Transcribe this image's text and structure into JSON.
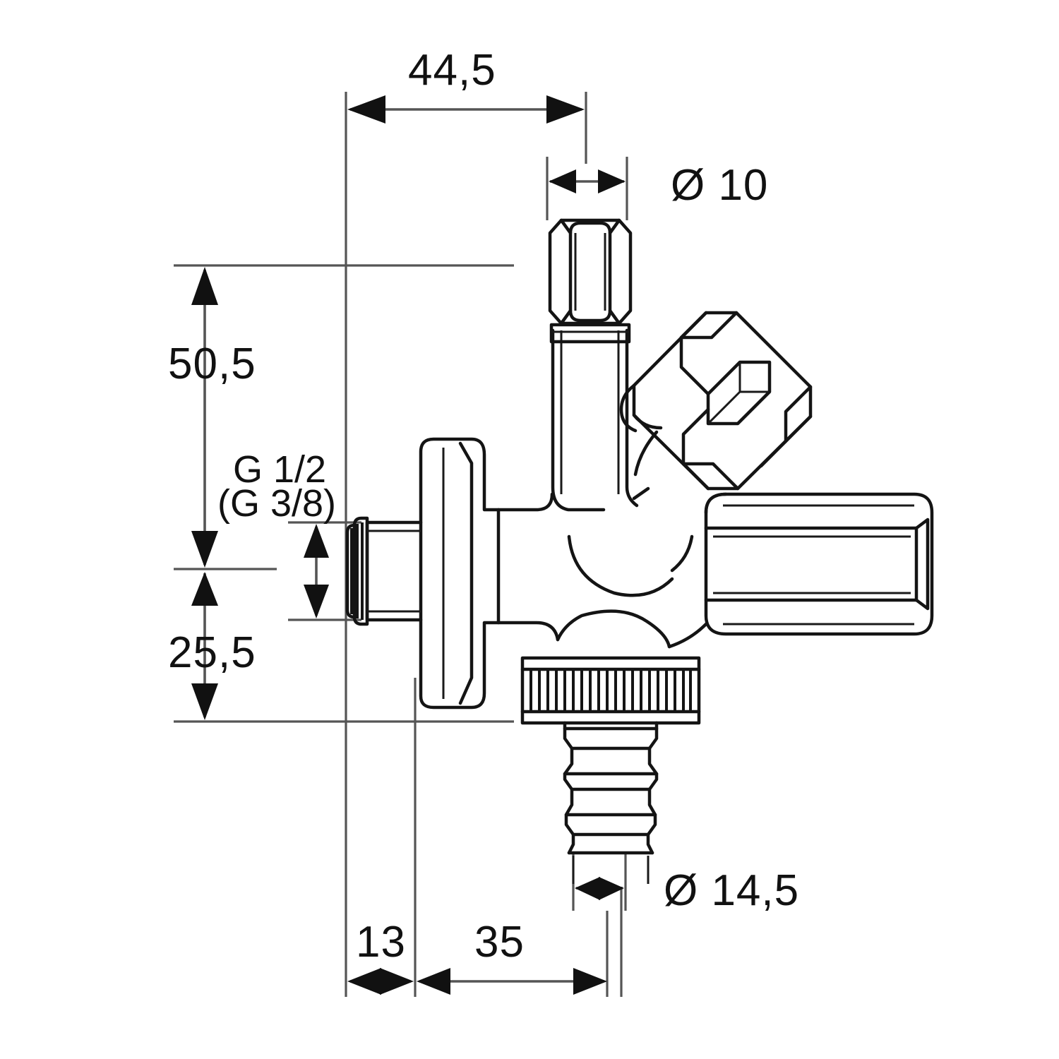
{
  "drawing": {
    "title": "Angle valve technical dimension drawing",
    "units": "mm",
    "line_color": "#141414",
    "dimension_color": "#555555",
    "background": "#ffffff"
  },
  "dimensions": {
    "top_width": "44,5",
    "top_diameter": "Ø 10",
    "left_upper_height": "50,5",
    "left_lower_height": "25,5",
    "thread_label_line1": "G 1/2",
    "thread_label_line2": "(G 3/8)",
    "bottom_left_width": "13",
    "bottom_mid_width": "35",
    "bottom_diameter": "Ø 14,5"
  },
  "parts": {
    "top_hex_nut": "top-hex-nut",
    "vertical_inlet_pipe": "vertical-inlet-pipe",
    "diagonal_outlet_nut": "diagonal-outlet-nut",
    "right_outlet_nut": "right-outlet-nut",
    "handle_wheel": "handle-wheel",
    "threaded_nipple": "threaded-nipple",
    "knurled_ring": "knurled-ring",
    "hose_barb": "hose-barb",
    "valve_body": "valve-body"
  }
}
